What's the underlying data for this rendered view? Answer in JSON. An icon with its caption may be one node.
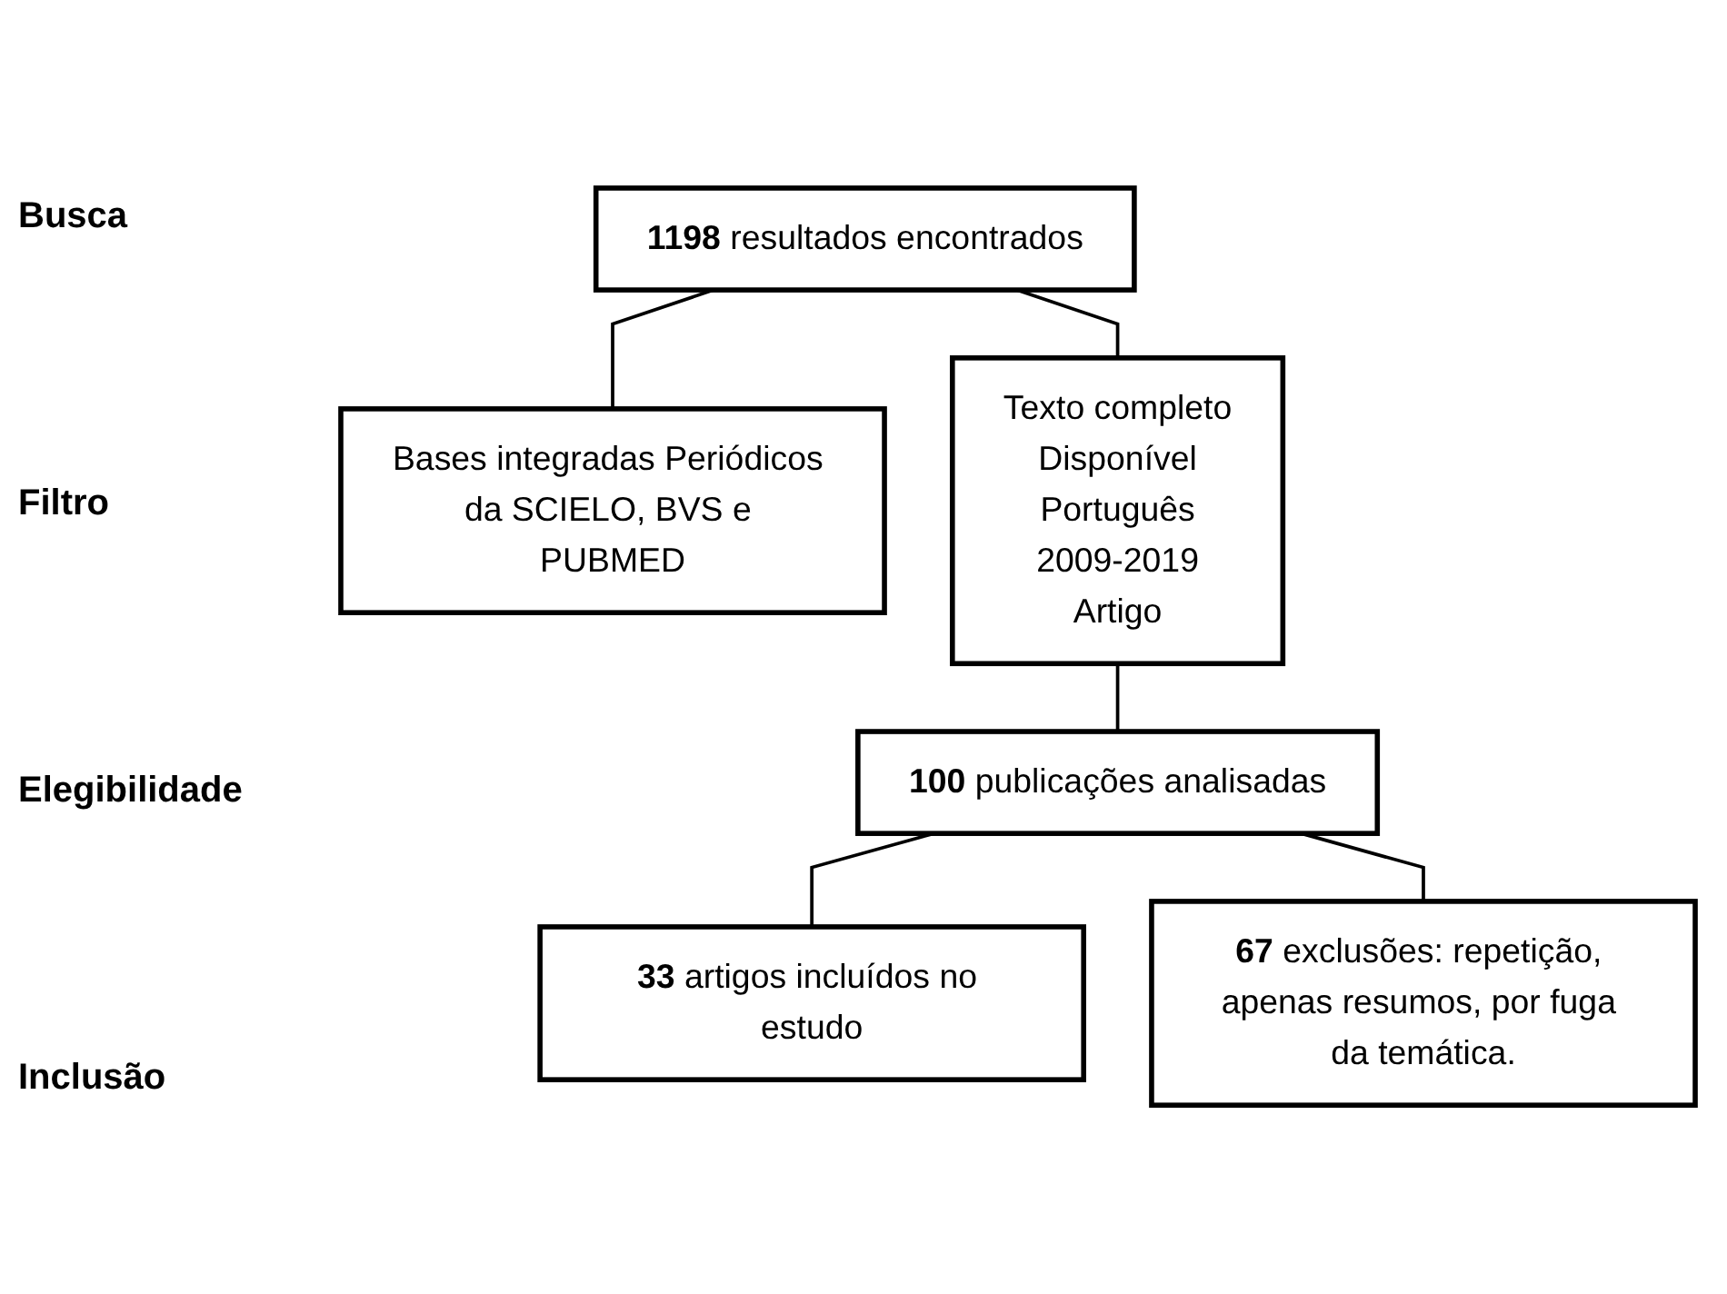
{
  "diagram": {
    "nodes": [
      {
        "text": [
          "**1198** resultados encontrados"
        ]
      },
      {
        "text": [
          "Bases integradas Periódicos da SCIELO, BVS e PUBMED"
        ]
      },
      {
        "text": [
          "Texto completo",
          "Disponível",
          "Português",
          "2009-2019",
          "Artigo"
        ]
      },
      {
        "text": [
          "**100** publicações analisadas"
        ]
      },
      {
        "text": [
          "**67** exclusões: repetição, apenas resumos, por fuga da temática."
        ]
      },
      {
        "text": [
          "**33** artigos incluídos no estudo"
        ]
      }
    ],
    "edges": [
      {
        "from": 0,
        "to": 2,
        "arrow": "none"
      },
      {
        "from": 0,
        "to": 1,
        "arrow": "none"
      },
      {
        "from": 2,
        "to": 3,
        "arrow": "none"
      },
      {
        "from": 3,
        "to": 5,
        "arrow": "none"
      },
      {
        "from": 3,
        "to": 4,
        "arrow": "none"
      }
    ],
    "labels": [
      "Busca",
      "Filtro",
      "Elegibilidade",
      "Inclusão"
    ]
  }
}
